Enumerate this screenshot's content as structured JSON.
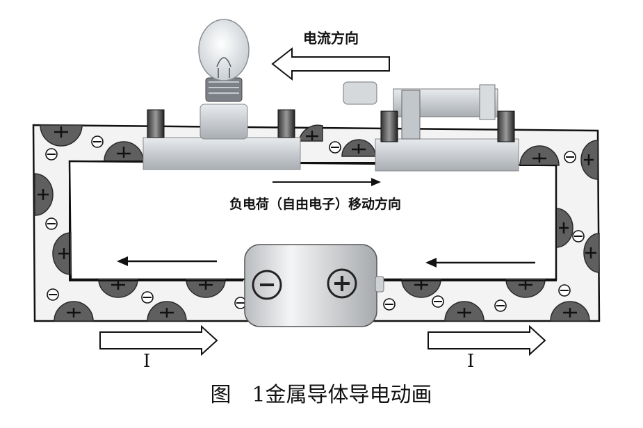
{
  "labels": {
    "current_direction": "电流方向",
    "electron_direction": "负电荷（自由电子）移动方向",
    "current_left": "I",
    "current_right": "I",
    "battery_negative": "⊖",
    "battery_positive": "⊕",
    "caption": "图　1金属导体导电动画"
  },
  "colors": {
    "conductor_fill": "#e6e6e6",
    "ion_fill": "#5f5f5f",
    "wire": "#111111",
    "device_body": "#c8cdd2"
  }
}
